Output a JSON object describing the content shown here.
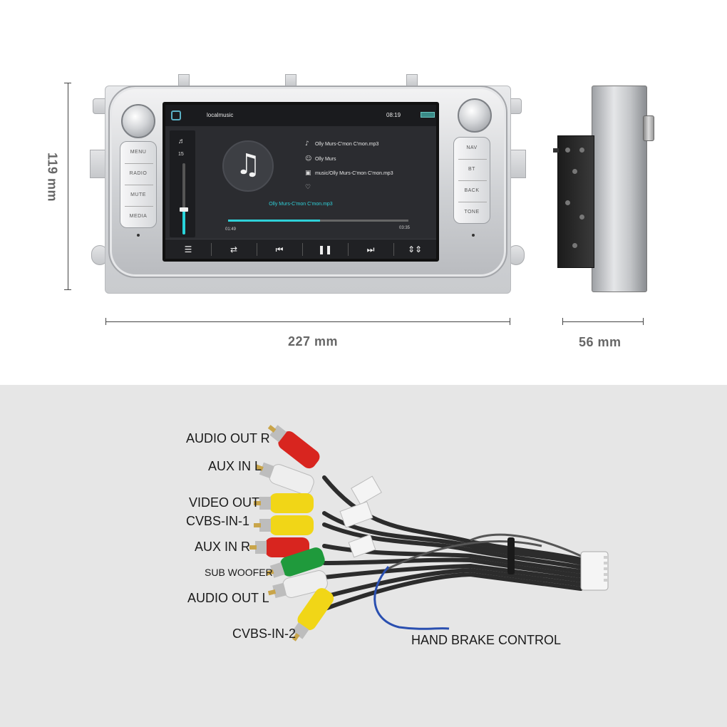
{
  "dimensions": {
    "height": "119 mm",
    "width": "227 mm",
    "depth": "56 mm"
  },
  "head_unit": {
    "left_buttons": [
      "MENU",
      "RADIO",
      "MUTE",
      "MEDIA"
    ],
    "right_buttons": [
      "NAV",
      "BT",
      "BACK",
      "TONE"
    ]
  },
  "screen": {
    "app_title": "localmusic",
    "time": "08:19",
    "volume_level": "15",
    "volume_fraction": 0.35,
    "track": {
      "title": "Olly Murs-C'mon C'mon.mp3",
      "artist": "Olly Murs",
      "path": "music/Olly Murs-C'mon C'mon.mp3"
    },
    "now_playing": "Olly Murs-C'mon C'mon.mp3",
    "elapsed": "01:49",
    "total": "03:35",
    "progress_fraction": 0.51,
    "controls": [
      "list-icon",
      "shuffle-icon",
      "previous-icon",
      "pause-icon",
      "next-icon",
      "equalizer-icon"
    ],
    "accent_color": "#2fd0d8"
  },
  "cables": {
    "labels": {
      "audio_out_r": "AUDIO OUT R",
      "aux_in_l": "AUX IN L",
      "video_out": "VIDEO OUT",
      "cvbs_in_1": "CVBS-IN-1",
      "aux_in_r": "AUX IN R",
      "sub_woofer": "SUB WOOFER",
      "audio_out_l": "AUDIO OUT L",
      "cvbs_in_2": "CVBS-IN-2",
      "hand_brake": "HAND BRAKE CONTROL"
    },
    "plug_colors": [
      "#d8251f",
      "#eeeeee",
      "#f1d617",
      "#f1d617",
      "#d8251f",
      "#1f9a3c",
      "#eeeeee",
      "#f1d617"
    ]
  }
}
